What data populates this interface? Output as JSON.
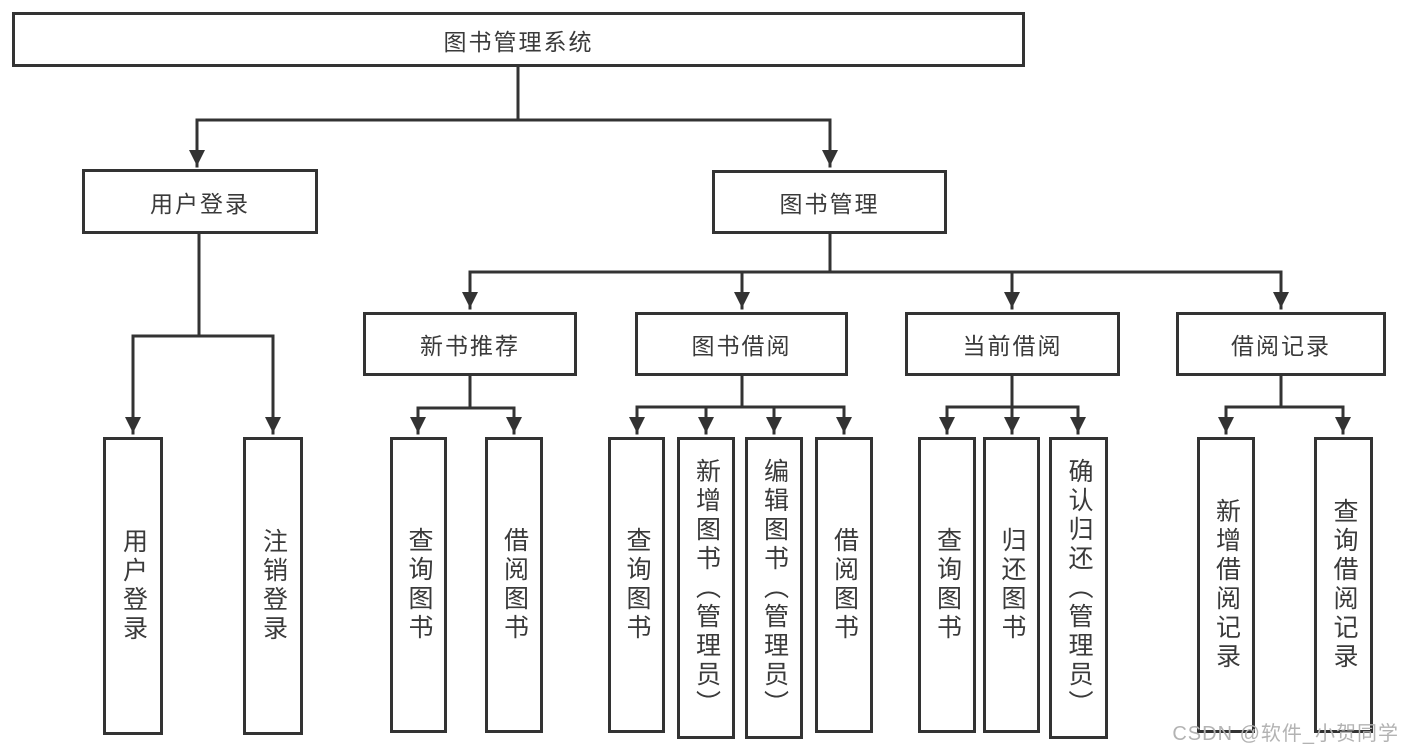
{
  "tree": {
    "label": "图书管理系统",
    "children": [
      {
        "label": "用户登录",
        "children": [
          {
            "label": "用户登录"
          },
          {
            "label": "注销登录"
          }
        ]
      },
      {
        "label": "图书管理",
        "children": [
          {
            "label": "新书推荐",
            "children": [
              {
                "label": "查询图书"
              },
              {
                "label": "借阅图书"
              }
            ]
          },
          {
            "label": "图书借阅",
            "children": [
              {
                "label": "查询图书"
              },
              {
                "label": "新增图书（管理员）"
              },
              {
                "label": "编辑图书（管理员）"
              },
              {
                "label": "借阅图书"
              }
            ]
          },
          {
            "label": "当前借阅",
            "children": [
              {
                "label": "查询图书"
              },
              {
                "label": "归还图书"
              },
              {
                "label": "确认归还（管理员）"
              }
            ]
          },
          {
            "label": "借阅记录",
            "children": [
              {
                "label": "新增借阅记录"
              },
              {
                "label": "查询借阅记录"
              }
            ]
          }
        ]
      }
    ]
  },
  "watermark": "CSDN @软件_小贺同学",
  "colors": {
    "line": "#333333",
    "box_border": "#333333",
    "text": "#3a3a3a",
    "watermark": "#b3b3b3",
    "background": "#ffffff"
  }
}
